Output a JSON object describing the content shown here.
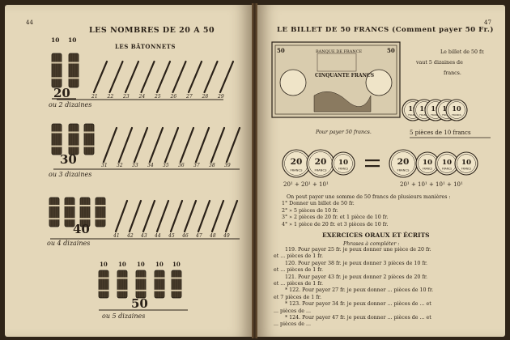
{
  "left_page": {
    "page_number": "44",
    "title": "LES NOMBRES DE 20 A 50",
    "subtitle": "LES BÂTONNETS",
    "bundle_label": "10",
    "row1": {
      "big": "20",
      "caption": "ou 2 dizaines",
      "ticks": [
        "21",
        "22",
        "23",
        "24",
        "25",
        "26",
        "27",
        "28",
        "29"
      ]
    },
    "row2": {
      "big": "30",
      "caption": "ou 3 dizaines",
      "ticks": [
        "31",
        "32",
        "33",
        "34",
        "35",
        "36",
        "37",
        "38",
        "39"
      ]
    },
    "row3": {
      "big": "40",
      "caption": "ou 4 dizaines",
      "ticks": [
        "41",
        "42",
        "43",
        "44",
        "45",
        "46",
        "47",
        "48",
        "49"
      ]
    },
    "row4": {
      "big": "50",
      "caption": "ou 5 dizaines"
    }
  },
  "right_page": {
    "page_number": "47",
    "title": "LE BILLET DE 50 FRANCS (Comment payer 50 Fr.)",
    "banknote": {
      "value": "50",
      "bank": "BANQUE DE FRANCE",
      "text": "CINQUANTE FRANCS"
    },
    "side_text": [
      "Le billet de 50 fr.",
      "vaut 5 dizaines de",
      "francs."
    ],
    "coin_value": "10",
    "coin_label": "FRANCS",
    "caption_left": "Pour payer 50 francs.",
    "caption_right": "5 pièces de 10 francs",
    "eq_coin": "20",
    "eq_left": "20¹ + 20¹ + 10¹",
    "eq_right": "20¹ + 10¹ + 10¹ + 10¹",
    "text_lines": [
      "On peut payer une somme de 50 francs de plusieurs manières :",
      "1° Donner un billet de 50 fr.",
      "2°      »      5 pièces de 10 fr.",
      "3°      »      2 pièces de 20 fr. et 1 pièce de 10 fr.",
      "4°      »      1 pièce de 20 fr. et 3 pièces de 10 fr."
    ],
    "exercises_title": "EXERCICES ORAUX ET ÉCRITS",
    "exercises_sub": "Phrases à compléter :",
    "exercises": [
      "119. Pour payer 25 fr. je peux donner une pièce de 20 fr.",
      "et ... pièces de 1 fr.",
      "120. Pour payer 38 fr. je peux donner 3 pièces de 10 fr.",
      "et ... pièces de 1 fr.",
      "121. Pour payer 43 fr. je peux donner 2 pièces de 20 fr.",
      "et ... pièces de 1 fr.",
      "* 122. Pour payer 27 fr. je peux donner ... pièces de 10 fr.",
      "et 7 pièces de 1 fr.",
      "* 123. Pour payer 34 fr. je peux donner ... pièces de ... et",
      "... pièces de ...",
      "* 124. Pour payer 47 fr. je peux donner ... pièces de ... et",
      "... pièces de ..."
    ]
  }
}
